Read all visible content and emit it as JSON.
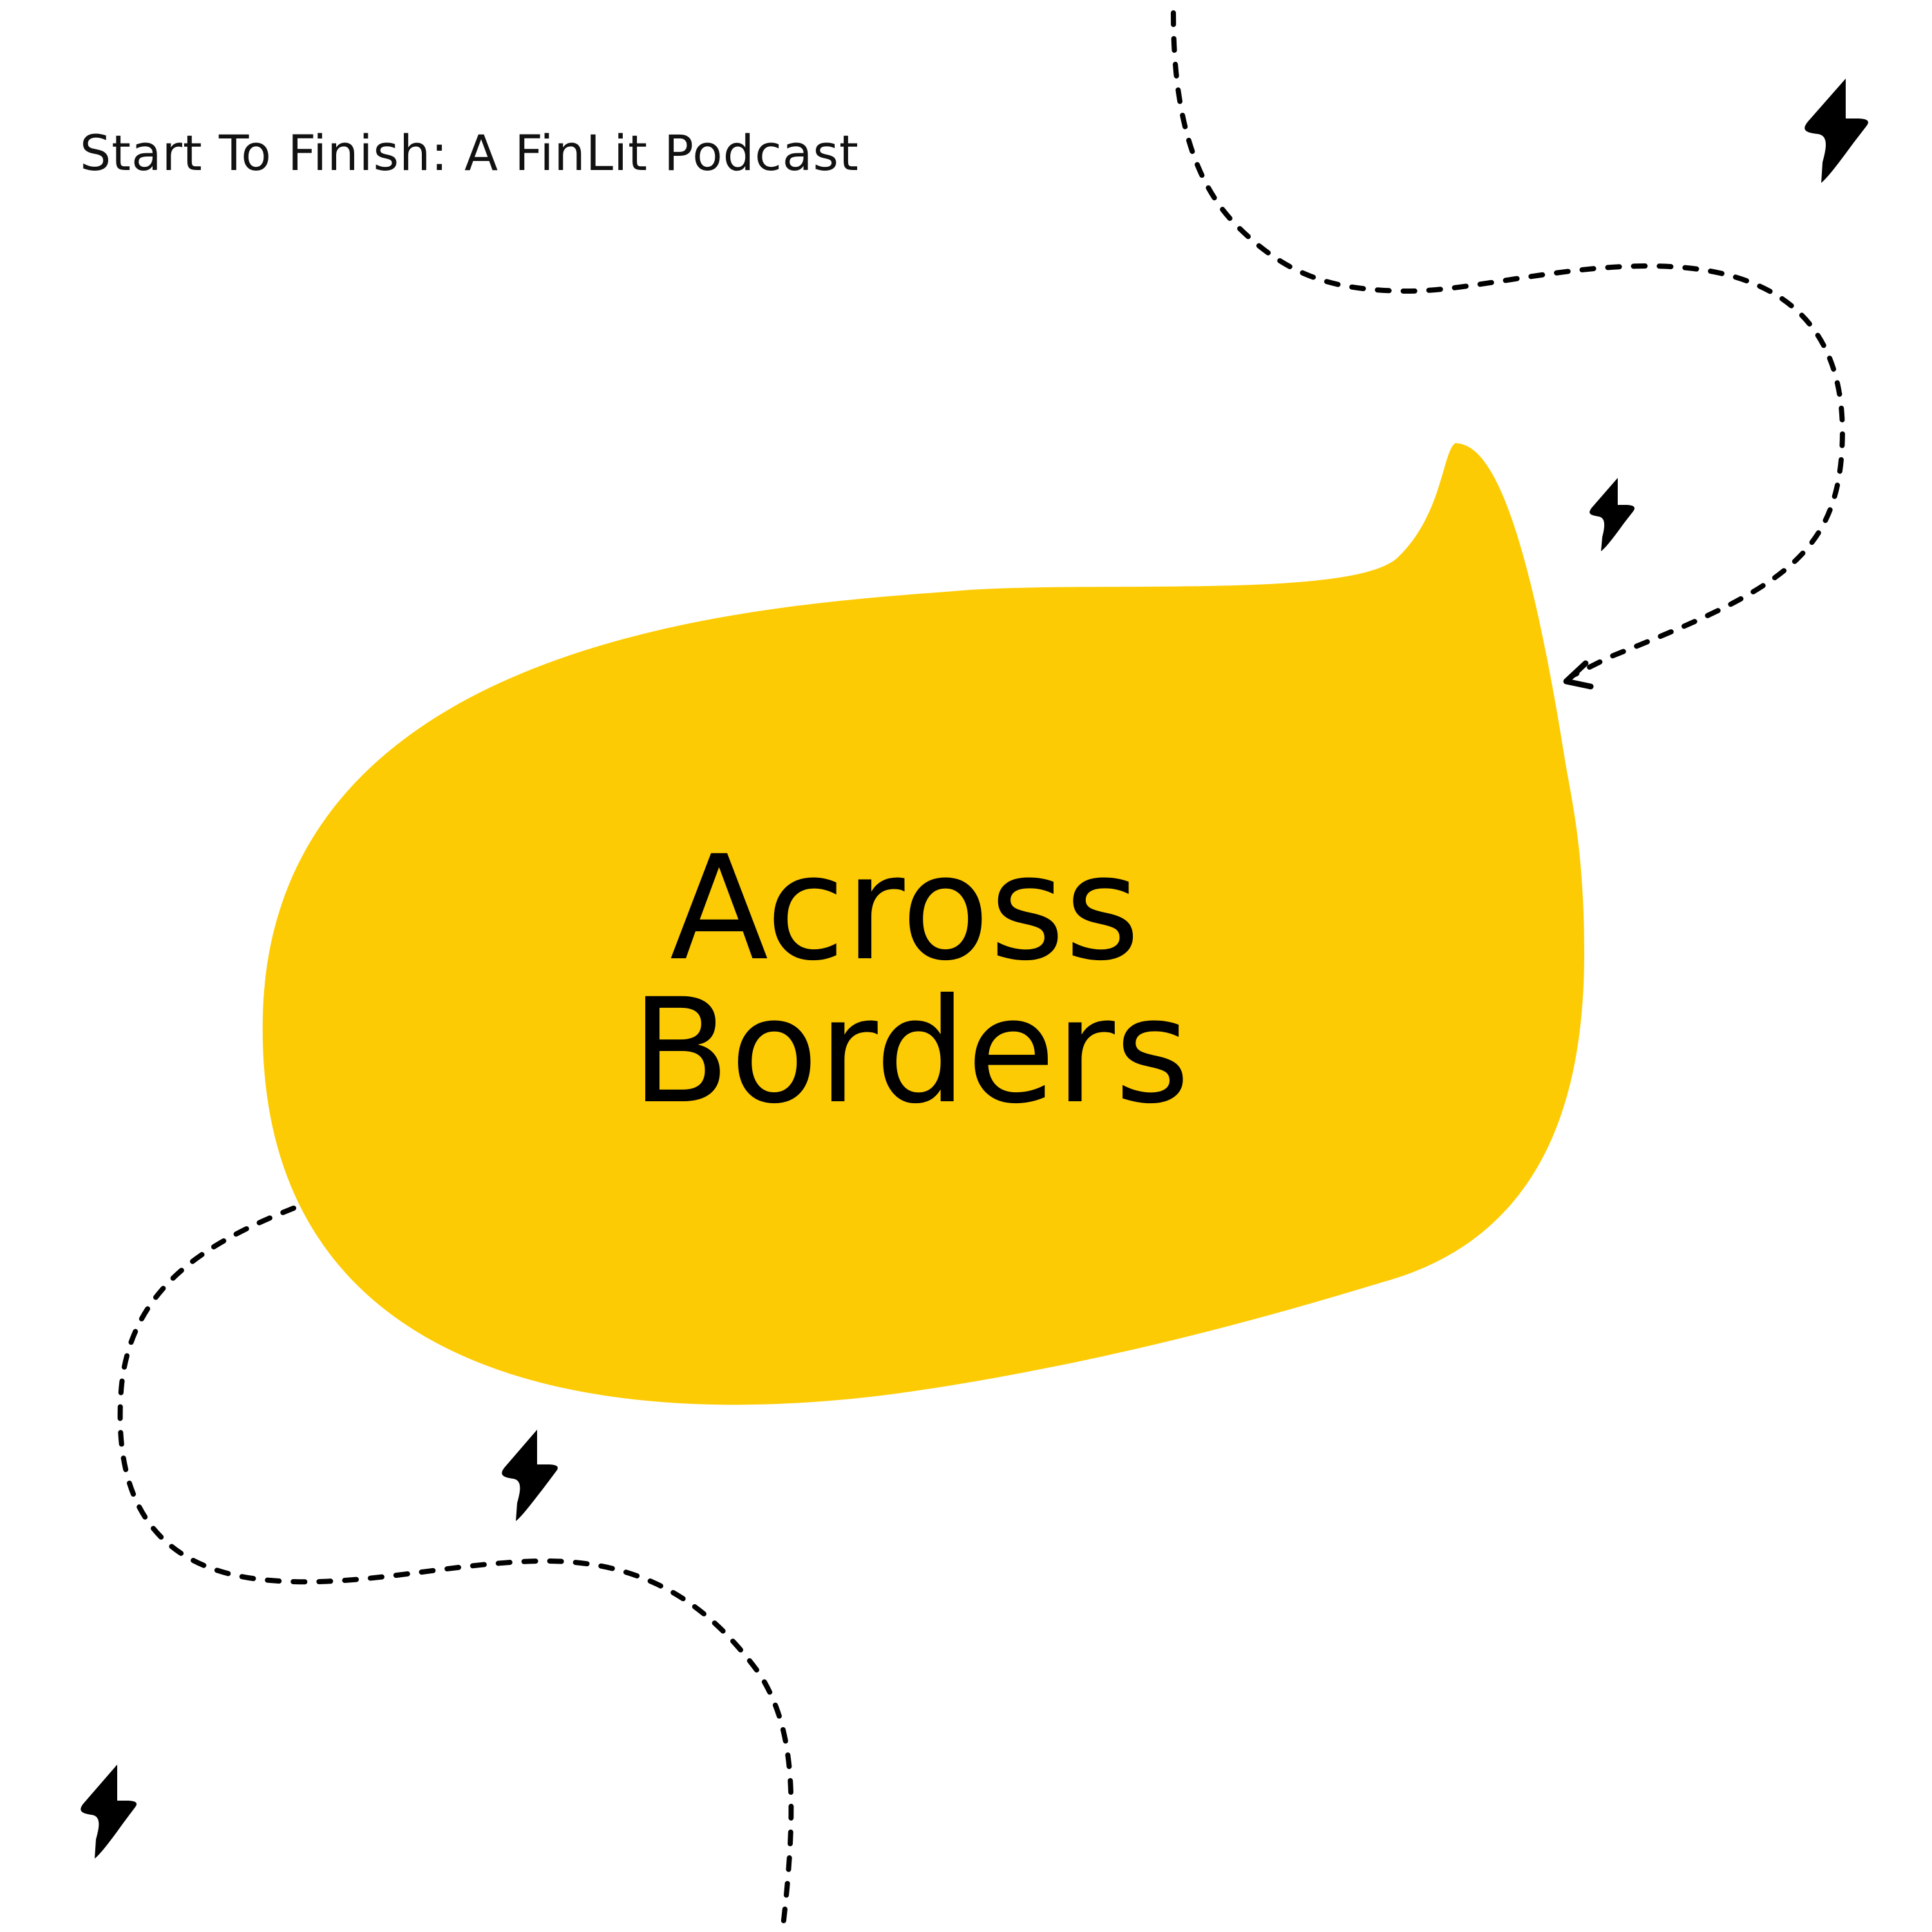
{
  "podcast": {
    "name": "Start To Finish: A FinLit Podcast"
  },
  "episode": {
    "title_line_1": "Across",
    "title_line_2": "Borders"
  },
  "colors": {
    "background": "#ffffff",
    "bubble": "#fdcb04",
    "ink": "#000000"
  },
  "icons": [
    "lightning-bolt-icon",
    "dashed-arrow-path",
    "speech-bubble-shape"
  ]
}
